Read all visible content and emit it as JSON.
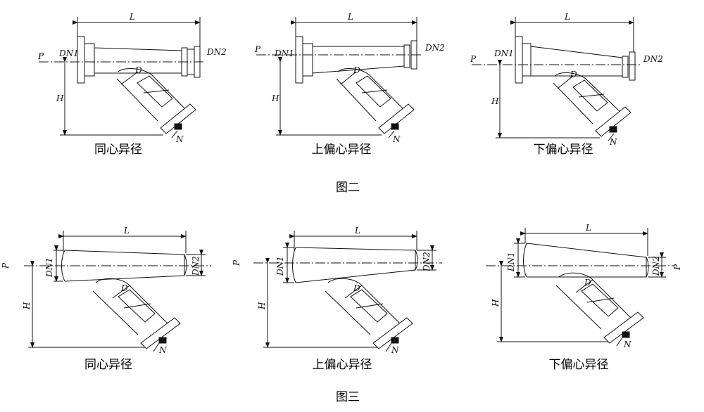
{
  "labels": {
    "length": "L",
    "inlet_diameter": "DN1",
    "outlet_diameter": "DN2",
    "height": "H",
    "branch_diameter": "D",
    "drain": "N",
    "flow": "P"
  },
  "figure2": {
    "caption": "图二",
    "panels": [
      {
        "caption": "同心异径"
      },
      {
        "caption": "上偏心异径"
      },
      {
        "caption": "下偏心异径"
      }
    ]
  },
  "figure3": {
    "caption": "图三",
    "panels": [
      {
        "caption": "同心异径"
      },
      {
        "caption": "上偏心异径"
      },
      {
        "caption": "下偏心异径"
      }
    ]
  }
}
